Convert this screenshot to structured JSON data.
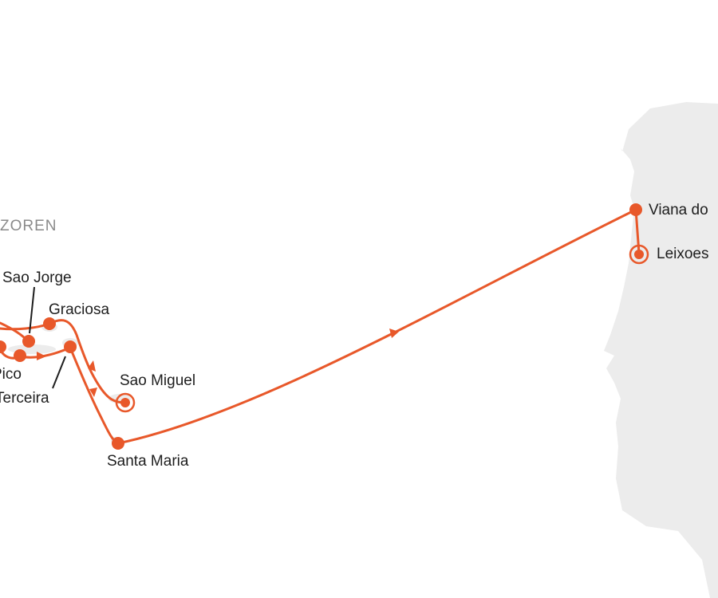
{
  "colors": {
    "route": "#e8582a",
    "land": "#ececec",
    "text": "#1e1e1e",
    "region": "#8a8a8a"
  },
  "region_label": "ZOREN",
  "ports": [
    {
      "name": "Sao Jorge",
      "type": "stop"
    },
    {
      "name": "Graciosa",
      "type": "stop"
    },
    {
      "name": "Pico",
      "type": "stop"
    },
    {
      "name": "Terceira",
      "type": "stop"
    },
    {
      "name": "Sao Miguel",
      "type": "start-end"
    },
    {
      "name": "Santa Maria",
      "type": "stop"
    },
    {
      "name": "Viana do",
      "type": "stop"
    },
    {
      "name": "Leixoes",
      "type": "start-end"
    }
  ]
}
